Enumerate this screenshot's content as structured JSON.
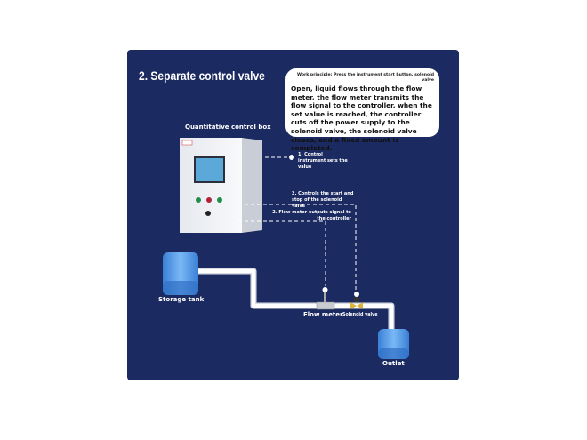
{
  "title": "2. Separate control valve",
  "info": {
    "principle": "Work principle: Press the instrument start button, solenoid valve",
    "description": "Open, liquid flows through the flow meter, the flow meter transmits the flow signal to the controller, when the set value is reached, the controller cuts off the power supply to the solenoid valve, the solenoid valve closes, and a fixed amount is completed."
  },
  "labels": {
    "control_box": "Quantitative control box",
    "storage_tank": "Storage tank",
    "flow_meter": "Flow meter",
    "solenoid_valve": "Solenoid valve",
    "outlet": "Outlet"
  },
  "notes": {
    "step1": "1. Control instrument sets the value",
    "step2a": "2. Controls the start and stop of the solenoid valve",
    "step2b": "2. Flow meter outputs signal to the controller"
  },
  "colors": {
    "background": "#1b2a60",
    "tank": "#4a90e0",
    "pipe": "#f2f2f2"
  }
}
